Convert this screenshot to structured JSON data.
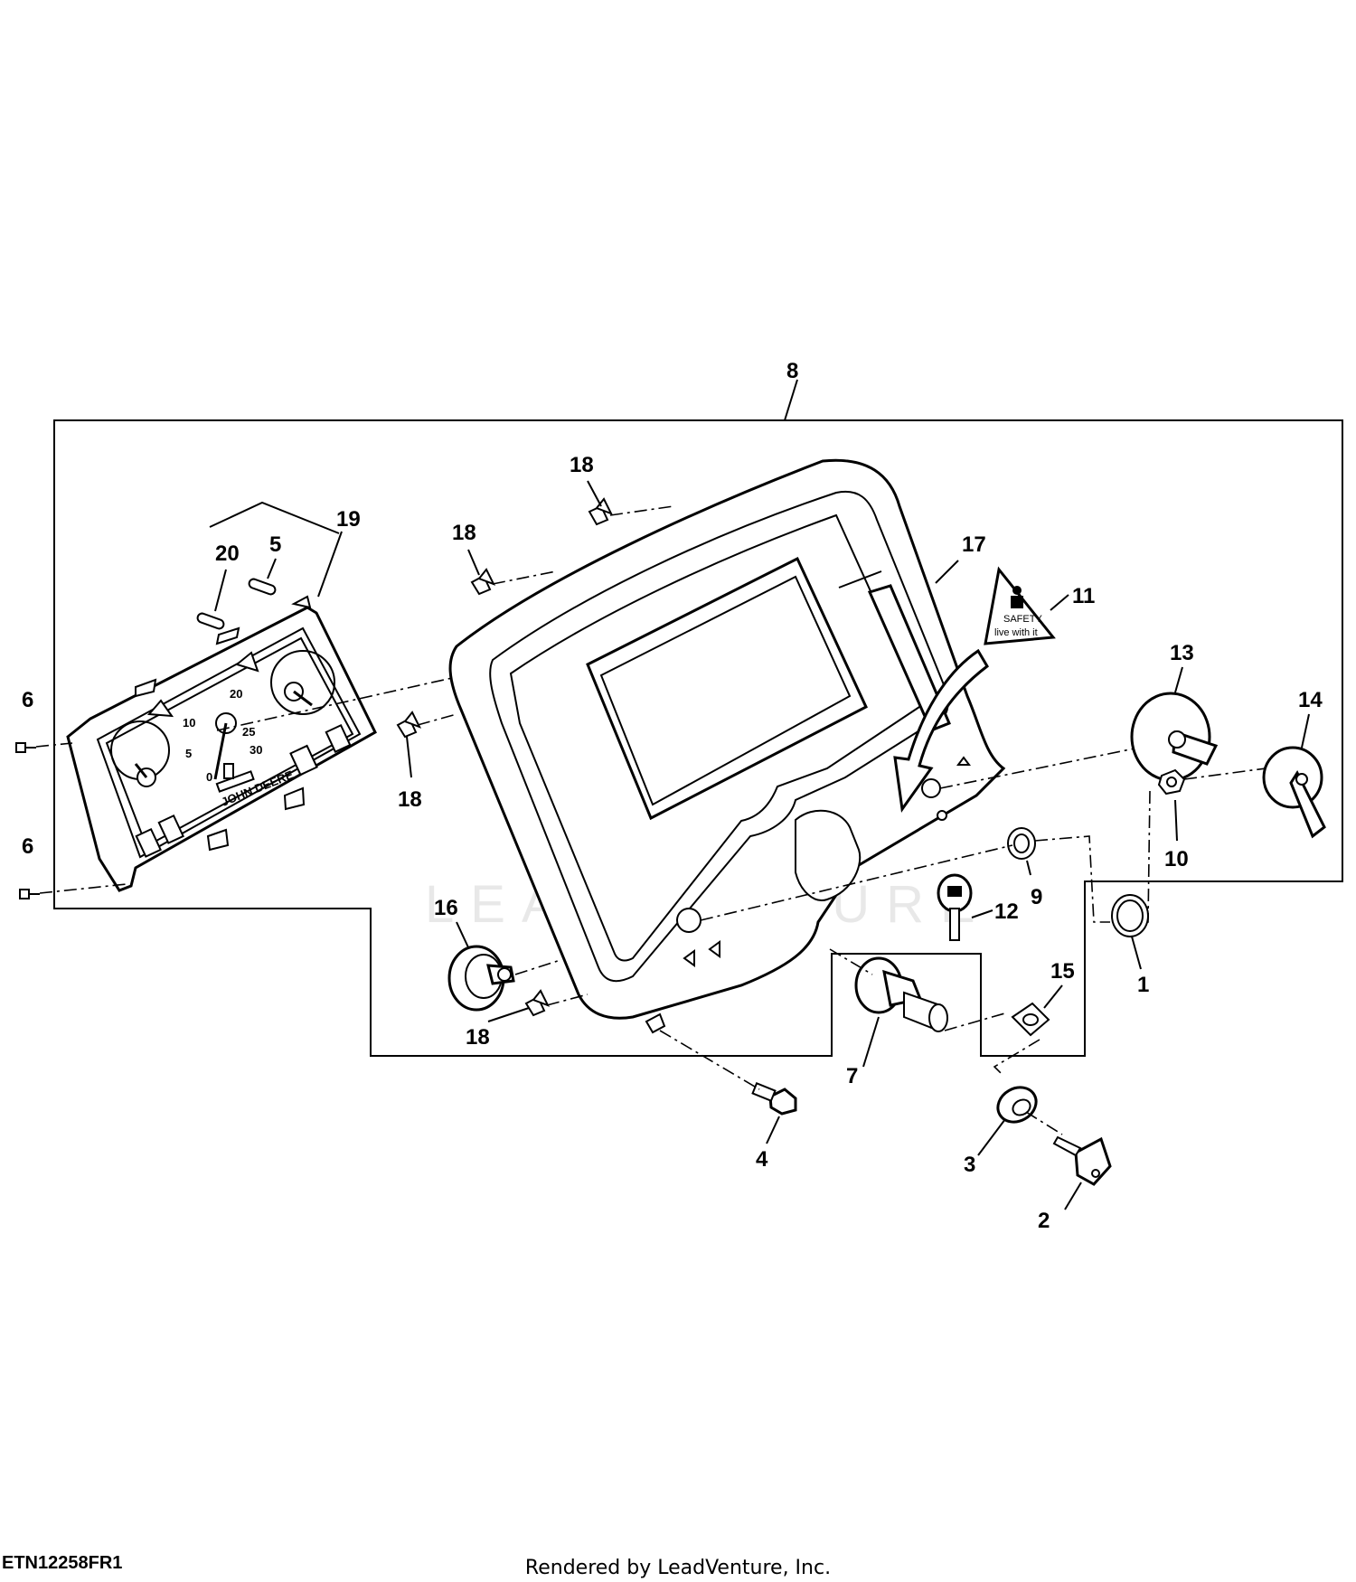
{
  "figure_id": "ETN12258FR1",
  "credit": "Rendered by LeadVenture, Inc.",
  "watermark": "LEADVENTURE",
  "callouts": [
    "8",
    "18",
    "18",
    "18",
    "18",
    "19",
    "20",
    "5",
    "6",
    "6",
    "17",
    "11",
    "13",
    "14",
    "10",
    "9",
    "12",
    "16",
    "1",
    "15",
    "7",
    "4",
    "3",
    "2"
  ],
  "gauge_labels": [
    "10",
    "20",
    "25",
    "30",
    "5",
    "0"
  ],
  "brand_mark": "JOHN DEERE",
  "decal": {
    "line1": "SAFETY",
    "line2": "live with it"
  }
}
